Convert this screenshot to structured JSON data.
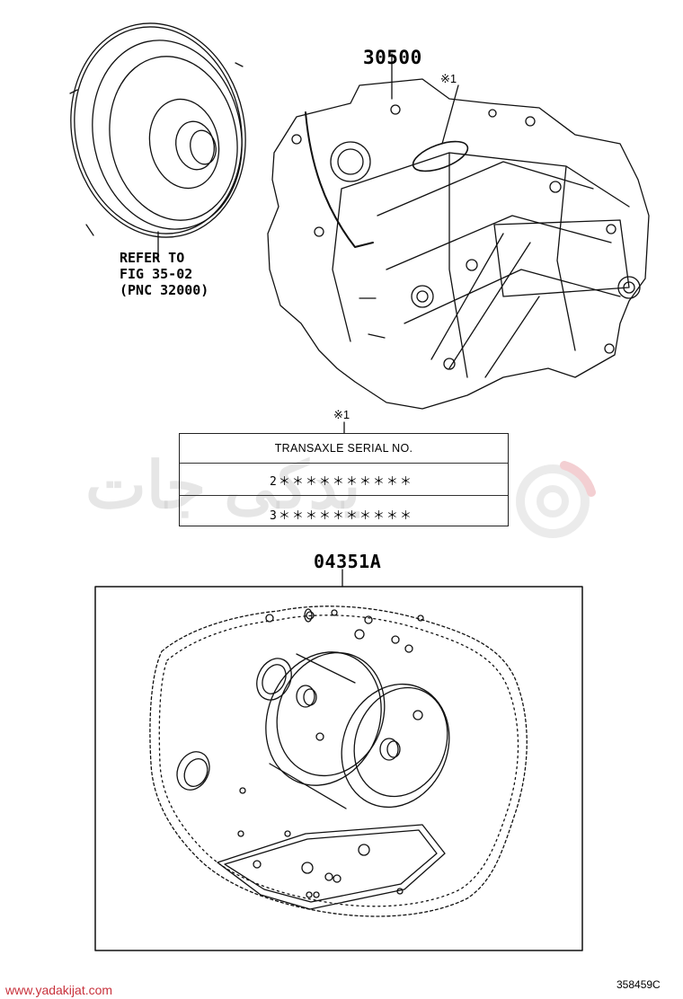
{
  "parts": {
    "transaxle": "30500",
    "gasket_kit": "04351A"
  },
  "note_mark": "※1",
  "refer_note": {
    "line1": "REFER TO",
    "line2": "FIG 35-02",
    "line3": "(PNC 32000)"
  },
  "serial_table": {
    "heading": "TRANSAXLE SERIAL NO.",
    "row1": "2＊＊＊＊＊＊＊＊＊＊",
    "row2": "3＊＊＊＊＊＊＊＊＊＊"
  },
  "watermark": {
    "text": "یدکی جات",
    "color": "#c8c8c8",
    "accent": "#e8a0a6"
  },
  "footer": {
    "site": "www.yadakijat.com",
    "code": "358459C"
  },
  "colors": {
    "line": "#111111",
    "site_text": "#c8323c"
  }
}
